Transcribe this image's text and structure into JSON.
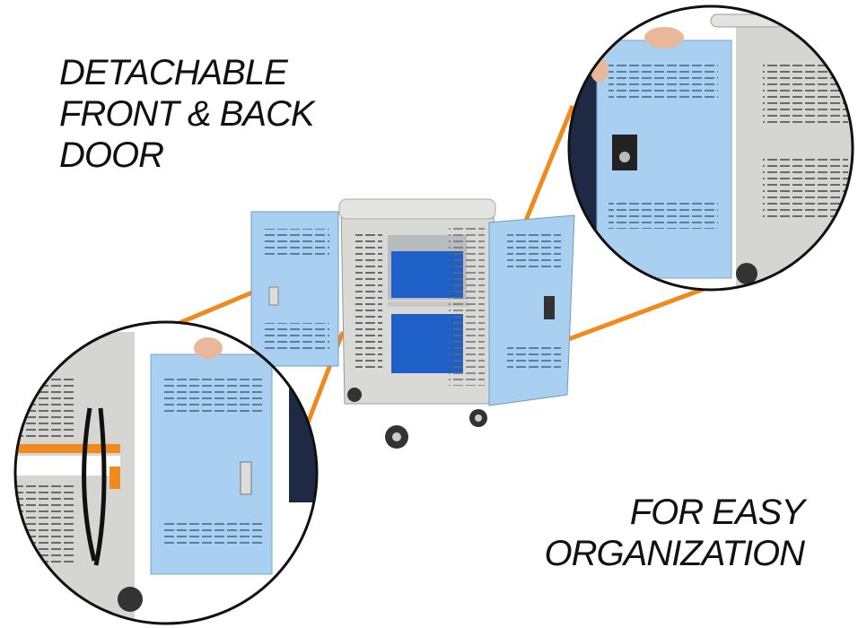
{
  "headline_top": {
    "lines": [
      "DETACHABLE",
      "FRONT & BACK",
      "DOOR"
    ]
  },
  "headline_bottom": {
    "lines": [
      "FOR EASY",
      "ORGANIZATION"
    ]
  },
  "colors": {
    "accent_line": "#f08a1c",
    "door_blue": "#a9d0f0",
    "cart_gray": "#d9d9d6",
    "tablet_blue": "#1f5fc8"
  }
}
